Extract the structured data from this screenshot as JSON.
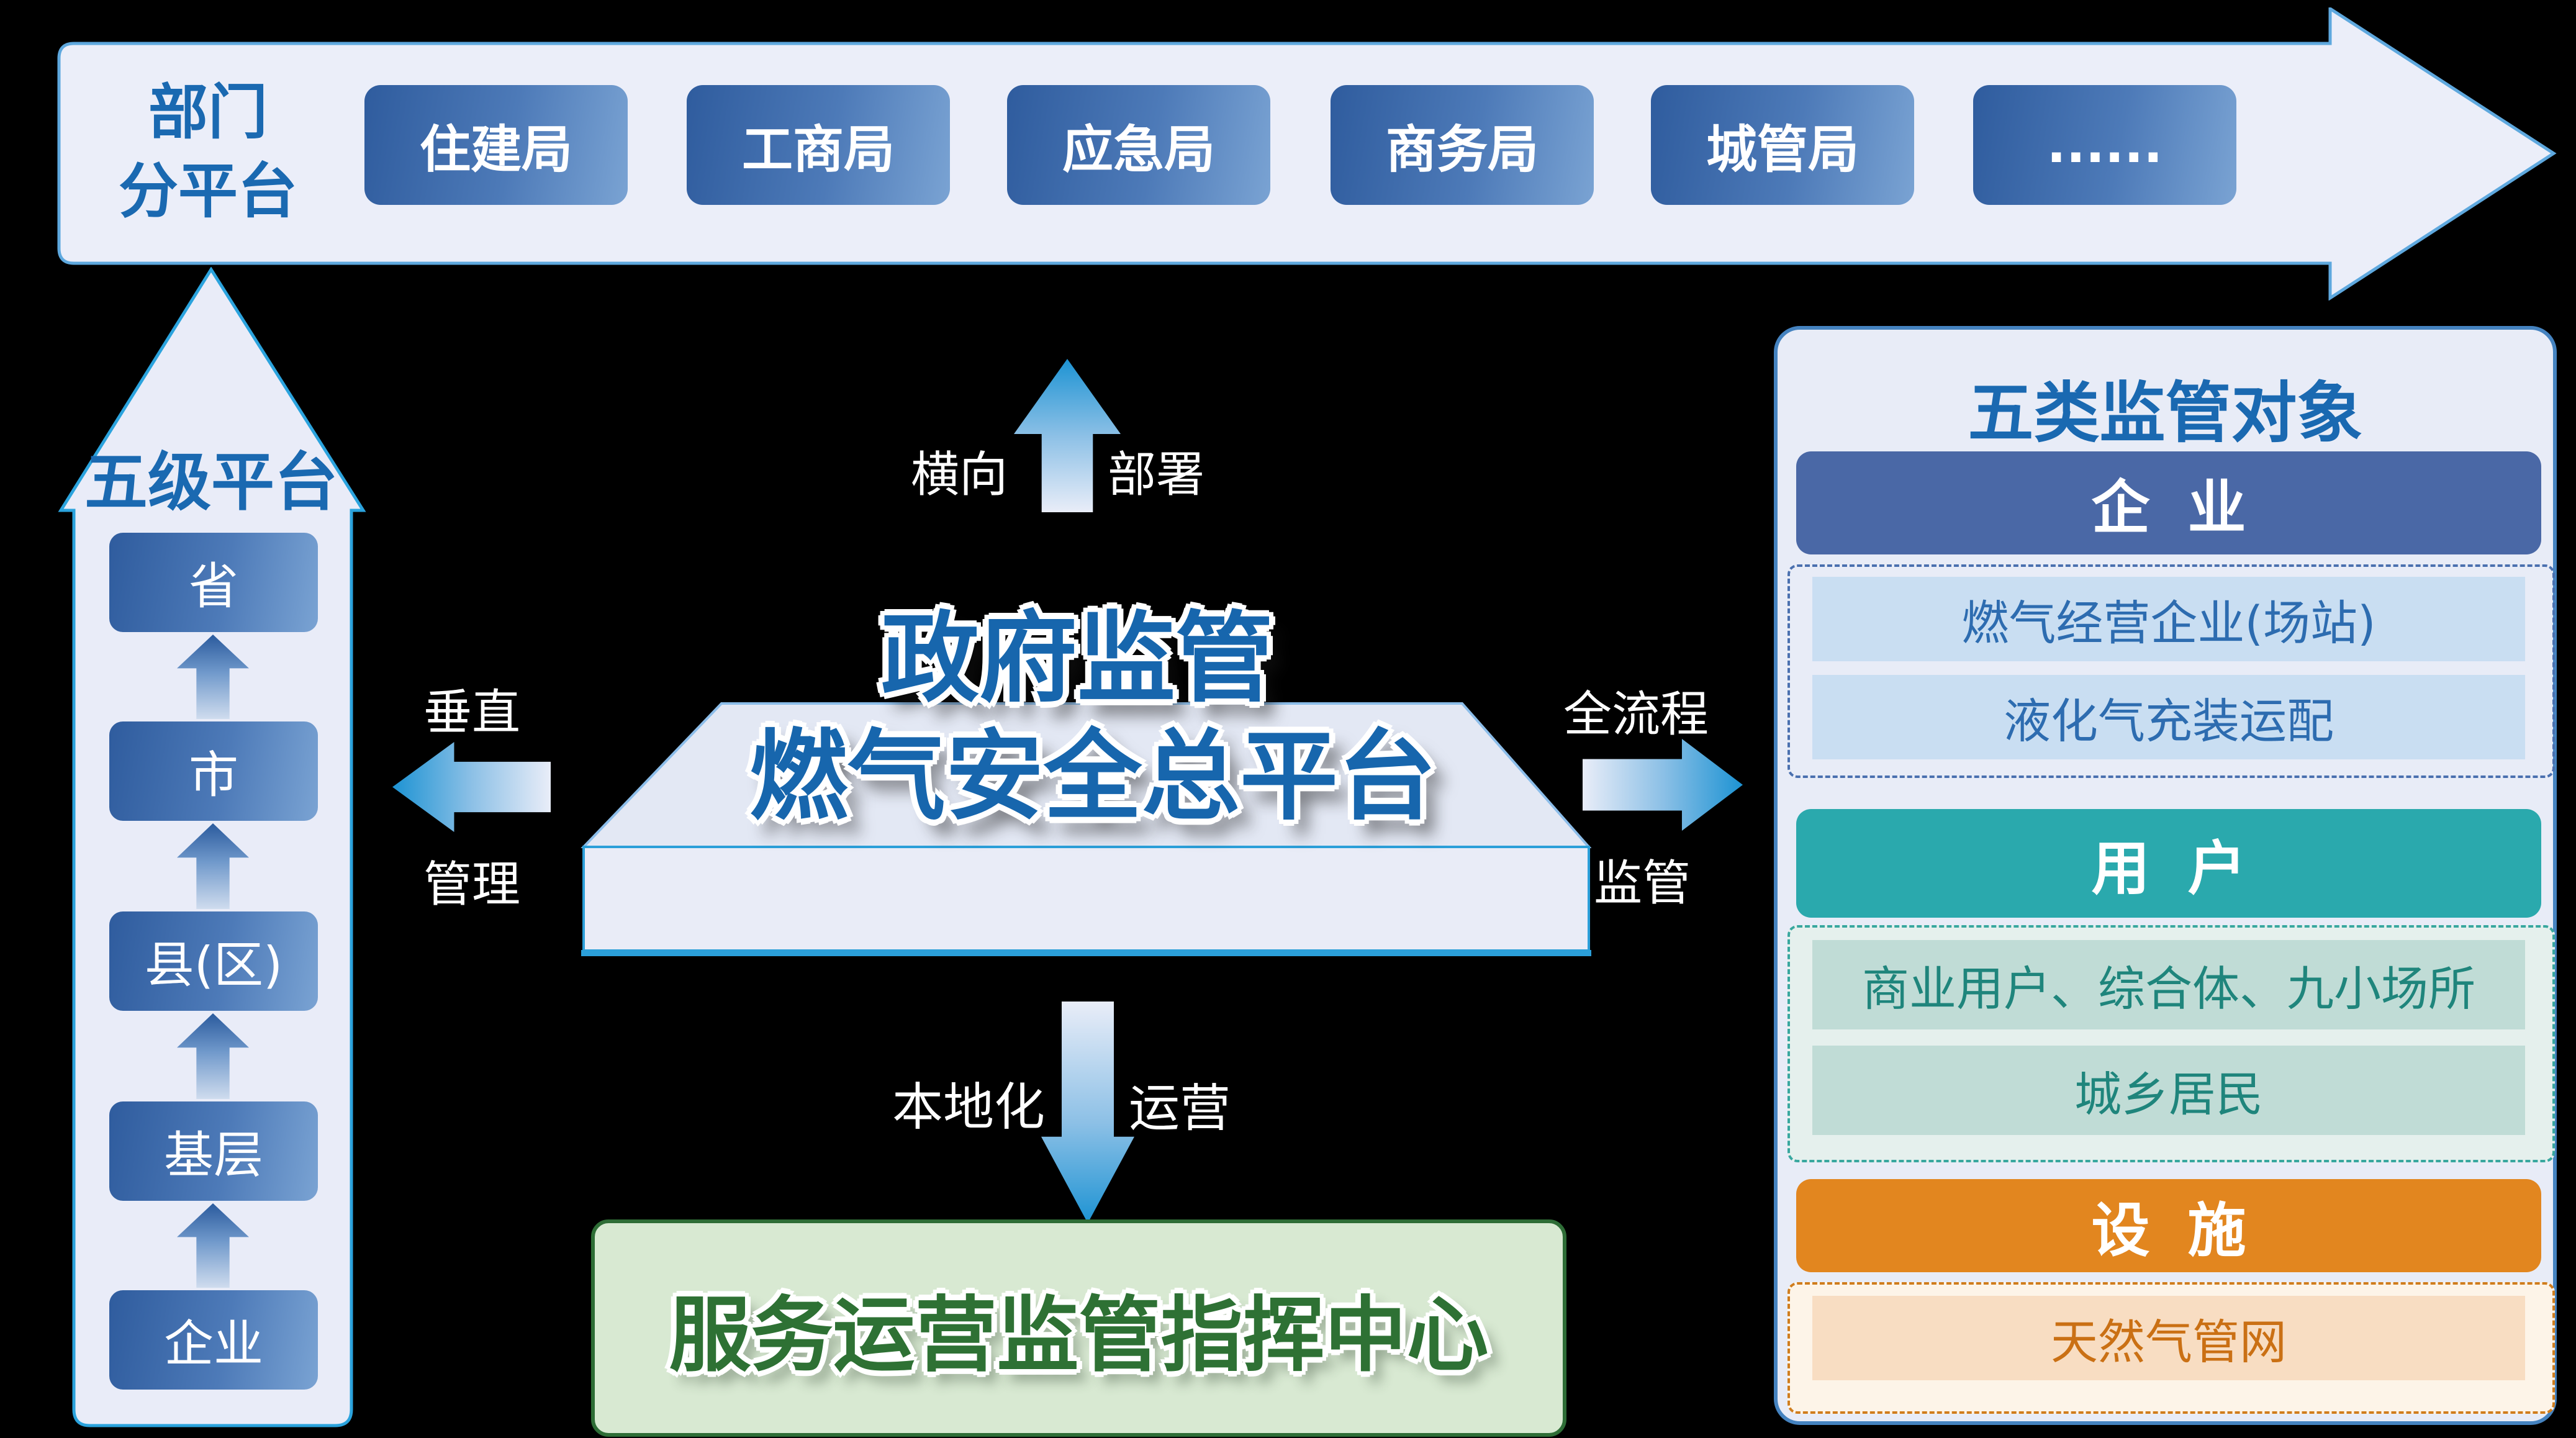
{
  "top_arrow": {
    "label_line1": "部门",
    "label_line2": "分平台",
    "departments": [
      "住建局",
      "工商局",
      "应急局",
      "商务局",
      "城管局",
      "......"
    ]
  },
  "left_platform": {
    "title": "五级平台",
    "levels": [
      "省",
      "市",
      "县(区)",
      "基层",
      "企业"
    ]
  },
  "center": {
    "platform_line1": "政府监管",
    "platform_line2": "燃气安全总平台",
    "up_label_left": "横向",
    "up_label_right": "部署",
    "left_label_top": "垂直",
    "left_label_bottom": "管理",
    "right_label_top": "全流程",
    "right_label_bottom": "监管",
    "down_label_left": "本地化",
    "down_label_right": "运营",
    "command_center": "服务运营监管指挥中心"
  },
  "right_panel": {
    "title": "五类监管对象",
    "sections": [
      {
        "header": "企业",
        "items": [
          "燃气经营企业(场站)",
          "液化气充装运配"
        ]
      },
      {
        "header": "用户",
        "items": [
          "商业用户、综合体、九小场所",
          "城乡居民"
        ]
      },
      {
        "header": "设施",
        "items": [
          "天然气管网"
        ]
      }
    ]
  },
  "colors": {
    "background": "#000000",
    "arrow_body_fill": "#e9ecf8",
    "arrow_border_cyan": "#2ba3dd",
    "box_gradient_dark": "#2f5c9e",
    "box_gradient_light": "#7aa3d3",
    "title_blue": "#1a69b1",
    "flow_arrow_blue": "#1d93d3",
    "platform_edge_blue": "#2b9fd9",
    "green_box_fill": "#d8e9d2",
    "green_box_border": "#2e6d36",
    "green_text": "#2e7134",
    "enterprise_header": "#4a68a6",
    "enterprise_row_bg": "#c9def2",
    "enterprise_row_text": "#2d6cb0",
    "user_header": "#2aa9ad",
    "user_row_bg": "#c0dcd6",
    "user_row_text": "#1f857c",
    "facility_header": "#e2861f",
    "facility_row_bg": "#f8ddc2",
    "facility_row_text": "#ca7014"
  }
}
